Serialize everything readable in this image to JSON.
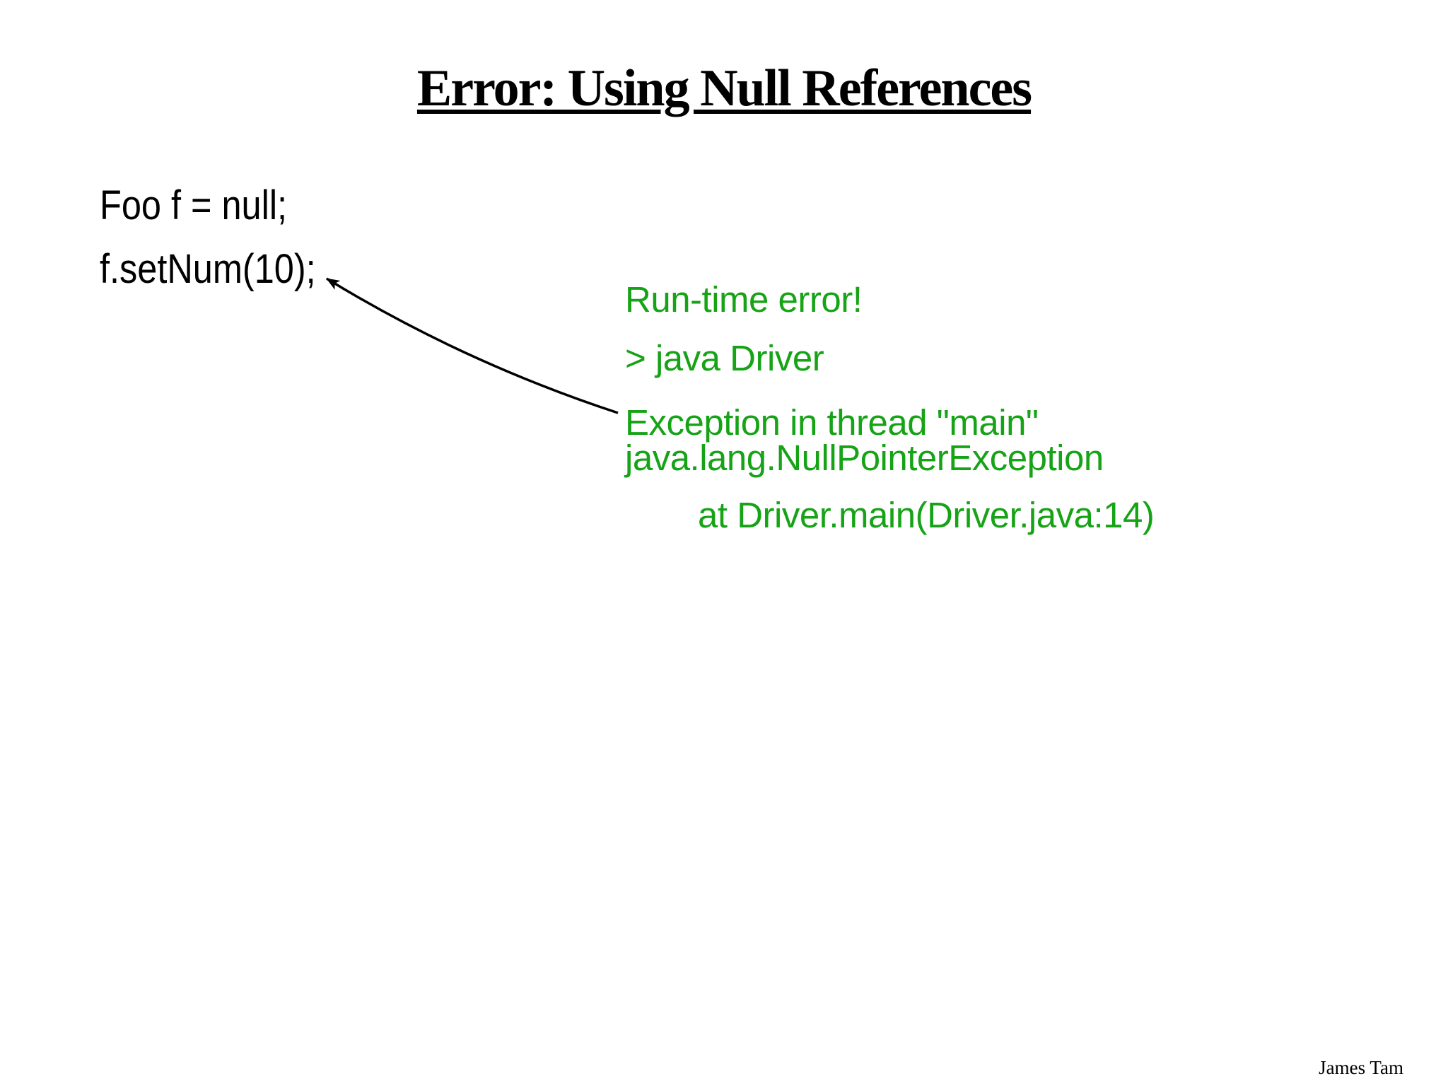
{
  "slide": {
    "title": "Error: Using Null References",
    "code": {
      "line1": "Foo f = null;",
      "line2": "f.setNum(10);"
    },
    "console_output": {
      "heading": "Run-time error!",
      "command": "> java Driver",
      "exception_line1": "Exception in thread \"main\"",
      "exception_line2": "java.lang.NullPointerException",
      "stack_trace": "at Driver.main(Driver.java:14)"
    },
    "arrow": {
      "description": "curved connector from console exception output to f.setNum(10); call"
    },
    "footer": "James Tam",
    "colors": {
      "background": "#ffffff",
      "body_text": "#000000",
      "console_text": "#16a316",
      "arrow": "#000000"
    }
  }
}
